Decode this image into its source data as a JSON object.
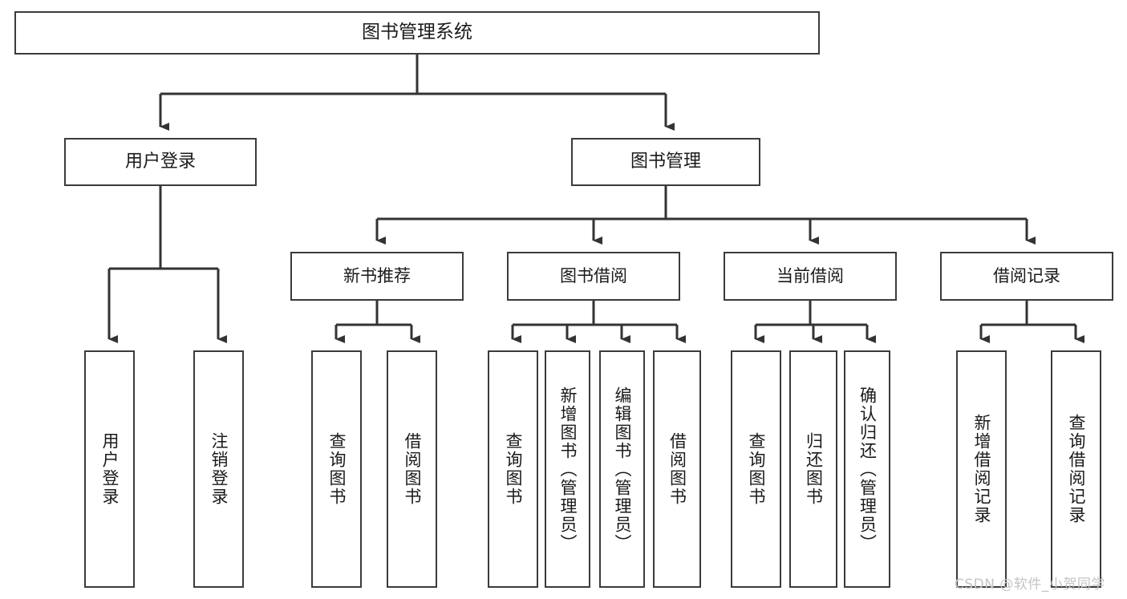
{
  "diagram": {
    "title": "图书管理系统",
    "type": "tree",
    "background_color": "#ffffff",
    "line_color": "#3b3b3b",
    "box_fill": "#ffffff",
    "text_color": "#1a1a1a"
  },
  "root": {
    "label": "图书管理系统"
  },
  "level1": [
    {
      "label": "用户登录"
    },
    {
      "label": "图书管理"
    }
  ],
  "level2": [
    {
      "label": "新书推荐"
    },
    {
      "label": "图书借阅"
    },
    {
      "label": "当前借阅"
    },
    {
      "label": "借阅记录"
    }
  ],
  "leaves": [
    {
      "label": "用户登录",
      "parent": "用户登录"
    },
    {
      "label": "注销登录",
      "parent": "用户登录"
    },
    {
      "label": "查询图书",
      "parent": "新书推荐"
    },
    {
      "label": "借阅图书",
      "parent": "新书推荐"
    },
    {
      "label": "查询图书",
      "parent": "图书借阅"
    },
    {
      "label": "新增图书（管理员）",
      "parent": "图书借阅"
    },
    {
      "label": "编辑图书（管理员）",
      "parent": "图书借阅"
    },
    {
      "label": "借阅图书",
      "parent": "图书借阅"
    },
    {
      "label": "查询图书",
      "parent": "当前借阅"
    },
    {
      "label": "归还图书",
      "parent": "当前借阅"
    },
    {
      "label": "确认归还（管理员）",
      "parent": "当前借阅"
    },
    {
      "label": "新增借阅记录",
      "parent": "借阅记录"
    },
    {
      "label": "查询借阅记录",
      "parent": "借阅记录"
    }
  ],
  "watermark": {
    "text": "CSDN @软件_小贺同学",
    "color": "#c4c4c4"
  }
}
